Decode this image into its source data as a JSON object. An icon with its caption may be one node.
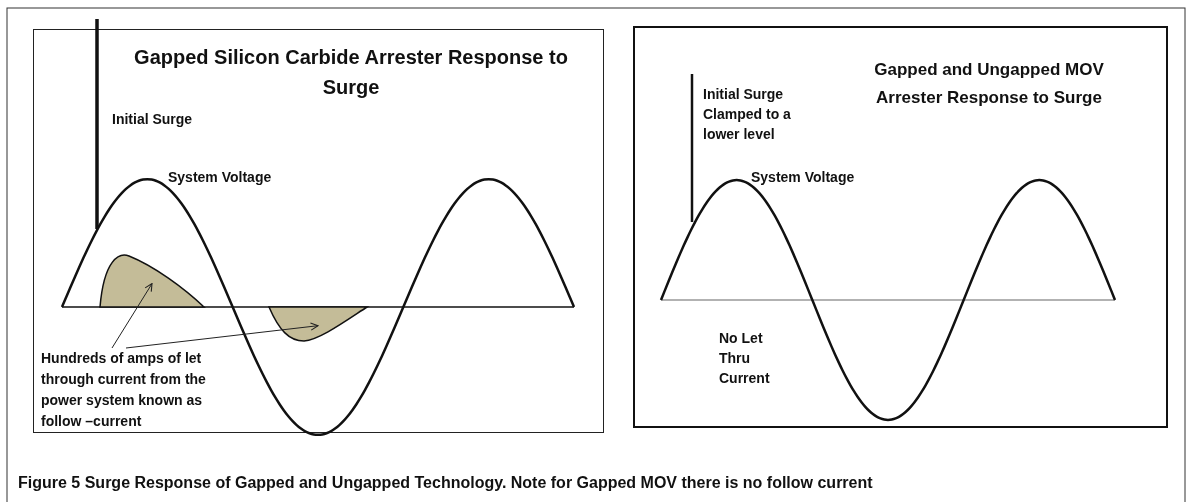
{
  "diagram": {
    "caption": "Figure 5 Surge Response of Gapped and Ungapped Technology. Note for Gapped MOV there is no follow current",
    "nodes": [
      {
        "text": [
          "Gapped Silicon Carbide Arrester Response to Surge"
        ]
      },
      {
        "text": [
          "Gapped and Ungapped MOV Arrester Response to Surge"
        ]
      },
      {
        "text": [
          "Hundreds of amps of let through current from the power system known as follow –current"
        ],
        "in": 0
      },
      {
        "text": [],
        "shape": "area",
        "in": 0
      },
      {
        "text": [],
        "shape": "area",
        "in": 0
      }
    ],
    "edges": [
      {
        "from": 2,
        "to": 3,
        "arrow": "to"
      },
      {
        "from": 2,
        "to": 4,
        "arrow": "to"
      }
    ],
    "labels": [
      "Initial Surge",
      "System Voltage",
      "Initial Surge Clamped to a lower level",
      "System Voltage",
      "No Let Thru Current"
    ]
  }
}
